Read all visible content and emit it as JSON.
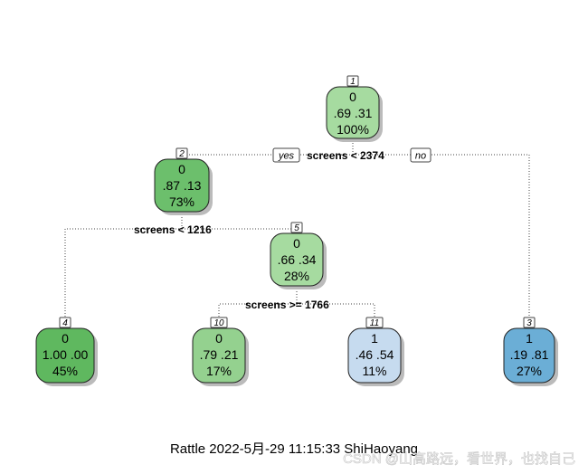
{
  "diagram": {
    "colors": {
      "class0_dark": "#5fb85f",
      "class0_mid": "#8fd08f",
      "class0_light": "#a6dba0",
      "class1_light": "#c6dbef",
      "class1_dark": "#6baed6",
      "edge": "#444444",
      "shadow": "#bbbbbb"
    },
    "nodes": [
      {
        "id": "n1",
        "num": "1",
        "class_label": "0",
        "probs": ".69  .31",
        "pct": "100%",
        "fill": "#a6dba0"
      },
      {
        "id": "n2",
        "num": "2",
        "class_label": "0",
        "probs": ".87  .13",
        "pct": "73%",
        "fill": "#6cbf6c"
      },
      {
        "id": "n5",
        "num": "5",
        "class_label": "0",
        "probs": ".66  .34",
        "pct": "28%",
        "fill": "#a6dba0"
      },
      {
        "id": "n4",
        "num": "4",
        "class_label": "0",
        "probs": "1.00  .00",
        "pct": "45%",
        "fill": "#5fb85f"
      },
      {
        "id": "n10",
        "num": "10",
        "class_label": "0",
        "probs": ".79  .21",
        "pct": "17%",
        "fill": "#94d18f"
      },
      {
        "id": "n11",
        "num": "11",
        "class_label": "1",
        "probs": ".46  .54",
        "pct": "11%",
        "fill": "#c6dbef"
      },
      {
        "id": "n3",
        "num": "3",
        "class_label": "1",
        "probs": ".19  .81",
        "pct": "27%",
        "fill": "#6baed6"
      }
    ],
    "splits": [
      {
        "id": "s1",
        "label": "screens < 2374"
      },
      {
        "id": "s2",
        "label": "screens < 1216"
      },
      {
        "id": "s5",
        "label": "screens >= 1766"
      }
    ],
    "branch_labels": {
      "yes": "yes",
      "no": "no"
    },
    "caption": "Rattle 2022-5月-29 11:15:33 ShiHaoyang",
    "watermark": "CSDN @山高路远，看世界，也找自己"
  }
}
